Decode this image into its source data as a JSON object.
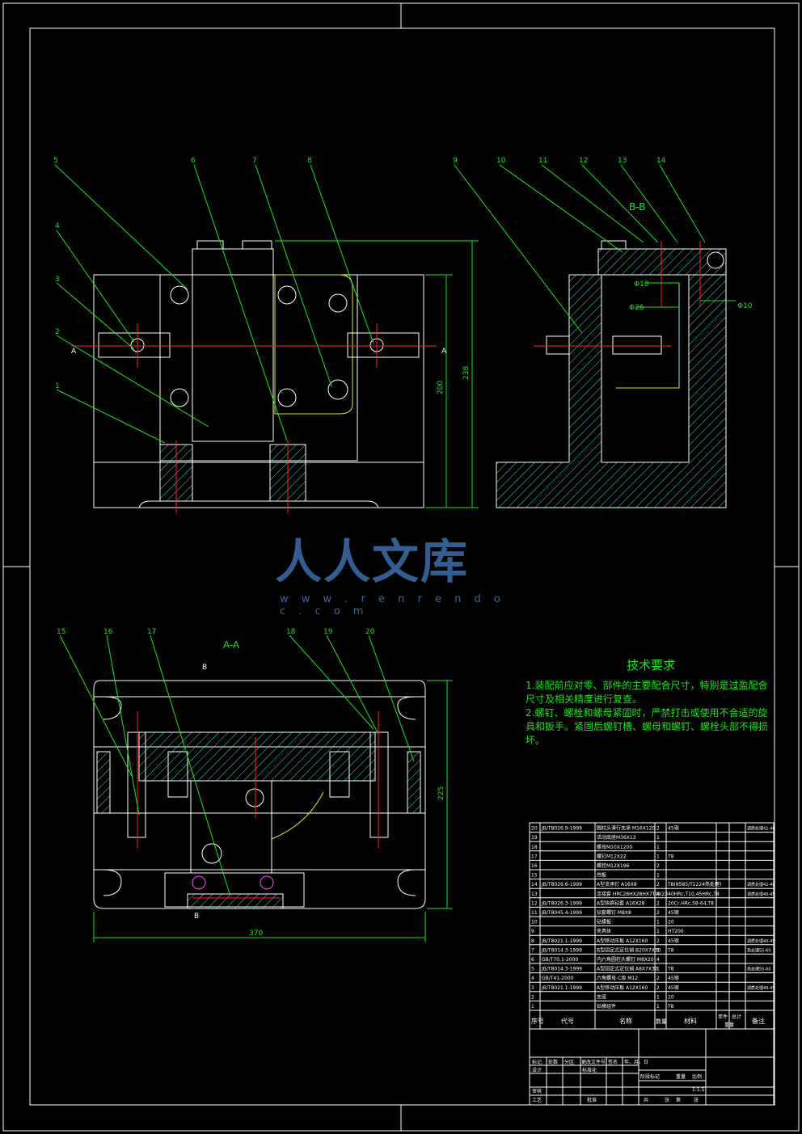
{
  "drawing": {
    "colors": {
      "background": "#000000",
      "outline": "#ffffff",
      "leader": "#19e619",
      "center": "#ff2020",
      "hidden": "#e6e619",
      "magenta": "#ff40ff",
      "cyan": "#40e0ff",
      "hatch": "#3fe0d0"
    },
    "views": {
      "section_bb": "B-B",
      "section_aa": "A-A",
      "cut_a": "A",
      "cut_b": "B"
    },
    "balloons_top": [
      "5",
      "6",
      "7",
      "8",
      "4",
      "3",
      "2",
      "1"
    ],
    "balloons_right": [
      "9",
      "10",
      "11",
      "12",
      "13",
      "14"
    ],
    "balloons_bottom": [
      "15",
      "16",
      "17",
      "18",
      "19",
      "20"
    ],
    "dims": {
      "d1": "200",
      "d2": "238",
      "d3": "370",
      "d4": "225",
      "fit1": "Φ18",
      "fit2": "Φ26",
      "fit3": "Φ10"
    }
  },
  "tech_requirements": {
    "title": "技术要求",
    "items": [
      "1.装配前应对零、部件的主要配合尺寸，特别是过盈配合尺寸及相关精度进行复查。",
      "2.螺钉、螺栓和螺母紧固时，严禁打击或使用不合适的旋具和扳手。紧固后螺钉槽、螺母和螺钉、螺栓头部不得损坏。"
    ]
  },
  "bom": {
    "rows": [
      [
        "20",
        "JB/T8026.9-1999",
        "圆柱头滑行支承 M16X120",
        "2",
        "45钢",
        "",
        "",
        "调质处理42-48"
      ],
      [
        "19",
        "",
        "活动底座M36X13",
        "1",
        "",
        "",
        "",
        ""
      ],
      [
        "18",
        "",
        "螺母M10X1200",
        "1",
        "",
        "",
        "",
        ""
      ],
      [
        "17",
        "",
        "螺钉M12X22",
        "1",
        "T8",
        "",
        "",
        ""
      ],
      [
        "16",
        "",
        "螺栓M12X196",
        "2",
        "",
        "",
        "",
        ""
      ],
      [
        "15",
        "",
        "挡板",
        "1",
        "",
        "",
        "",
        ""
      ],
      [
        "14",
        "JB/T8026.6-1999",
        "A型支承钉 A16X8",
        "2",
        "T8(8585/T1224热处理)",
        "",
        "",
        "调质处理42-48"
      ],
      [
        "13",
        "",
        "连接套 HRC28HX28HX7T0X23",
        "4",
        "40HRc,T10,45HRc,T8",
        "",
        "",
        "调质处理40-45"
      ],
      [
        "12",
        "JB/T8026.3-1999",
        "A型快换钻套 A16X28",
        "2",
        "20Cr,HRc,58-64,T8",
        "",
        "",
        ""
      ],
      [
        "11",
        "JB/T8045.4-1999",
        "钻套螺钉 M8X8",
        "2",
        "45钢",
        "",
        "",
        ""
      ],
      [
        "10",
        "",
        "钻模板",
        "1",
        "20",
        "",
        "",
        ""
      ],
      [
        "9",
        "",
        "夹具体",
        "1",
        "HT200",
        "",
        "",
        ""
      ],
      [
        "8",
        "JB/T8021.1-1999",
        "A型移动压板 A12X160",
        "2",
        "45钢",
        "",
        "",
        "调质处理40-45"
      ],
      [
        "7",
        "JB/T8014.3-1999",
        "B型固定式定位销 B20X7X30",
        "1",
        "T8",
        "",
        "",
        "热处理55-60"
      ],
      [
        "6",
        "GB/T70.1-2000",
        "内六角圆柱头螺钉 M8X20",
        "4",
        "",
        "",
        "",
        ""
      ],
      [
        "5",
        "JB/T8014.3-1999",
        "A型固定式定位销 A8X7X30",
        "1",
        "T8",
        "",
        "",
        "热处理55-60"
      ],
      [
        "4",
        "GB/T41-2000",
        "六角螺母-C级 M12",
        "2",
        "45钢",
        "",
        "",
        ""
      ],
      [
        "3",
        "JB/T8021.1-1999",
        "A型移动压板 A12X160",
        "2",
        "45钢",
        "",
        "",
        "调质处理40-45"
      ],
      [
        "2",
        "",
        "支座",
        "1",
        "20",
        "",
        "",
        ""
      ],
      [
        "1",
        "",
        "钻模组件",
        "1",
        "T8",
        "",
        "",
        ""
      ]
    ],
    "header": {
      "seq": "序号",
      "code": "代号",
      "name": "名称",
      "qty": "数量",
      "material": "材料",
      "unit_weight": "单件",
      "total_weight": "总计",
      "weight": "重量",
      "remark": "备注"
    }
  },
  "title_block": {
    "row1": [
      "标记",
      "处数",
      "分区",
      "更改文件号",
      "签名",
      "年、月、日"
    ],
    "design": "设计",
    "standard": "标准化",
    "stage": "阶段标记",
    "weight": "重量",
    "scale": "比例",
    "scale_value": "1:1.5",
    "check": "审核",
    "process": "工艺",
    "approve": "批准",
    "sheets_total": "共",
    "sheets_unit": "张",
    "sheet_no": "第",
    "sheet_unit": "张"
  },
  "watermark": {
    "text": "人人文库",
    "url": "w w w . r e n r e n d o c . c o m"
  }
}
